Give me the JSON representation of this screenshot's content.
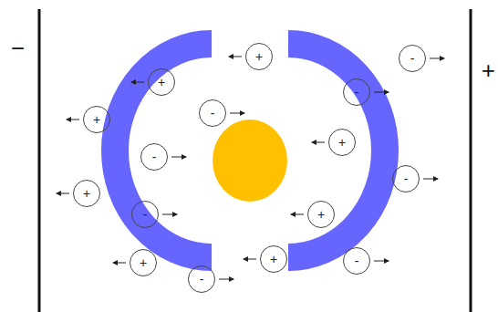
{
  "diagram": {
    "nodes": [
      {
        "text": [
          "+"
        ]
      },
      {
        "text": [
          "-"
        ]
      },
      {
        "text": [
          "+"
        ]
      },
      {
        "text": [
          "-"
        ]
      },
      {
        "text": [
          "-"
        ]
      },
      {
        "text": [
          "+"
        ]
      },
      {
        "text": [
          "+"
        ]
      },
      {
        "text": [
          "-"
        ]
      },
      {
        "text": [
          "-"
        ]
      },
      {
        "text": [
          "+"
        ]
      },
      {
        "text": [
          "-"
        ]
      },
      {
        "text": [
          "+"
        ]
      },
      {
        "text": [
          "+"
        ]
      },
      {
        "text": [
          "+"
        ]
      },
      {
        "text": [
          "-"
        ]
      },
      {
        "text": [
          "-"
        ]
      }
    ],
    "labels": [
      "−",
      "+"
    ]
  }
}
